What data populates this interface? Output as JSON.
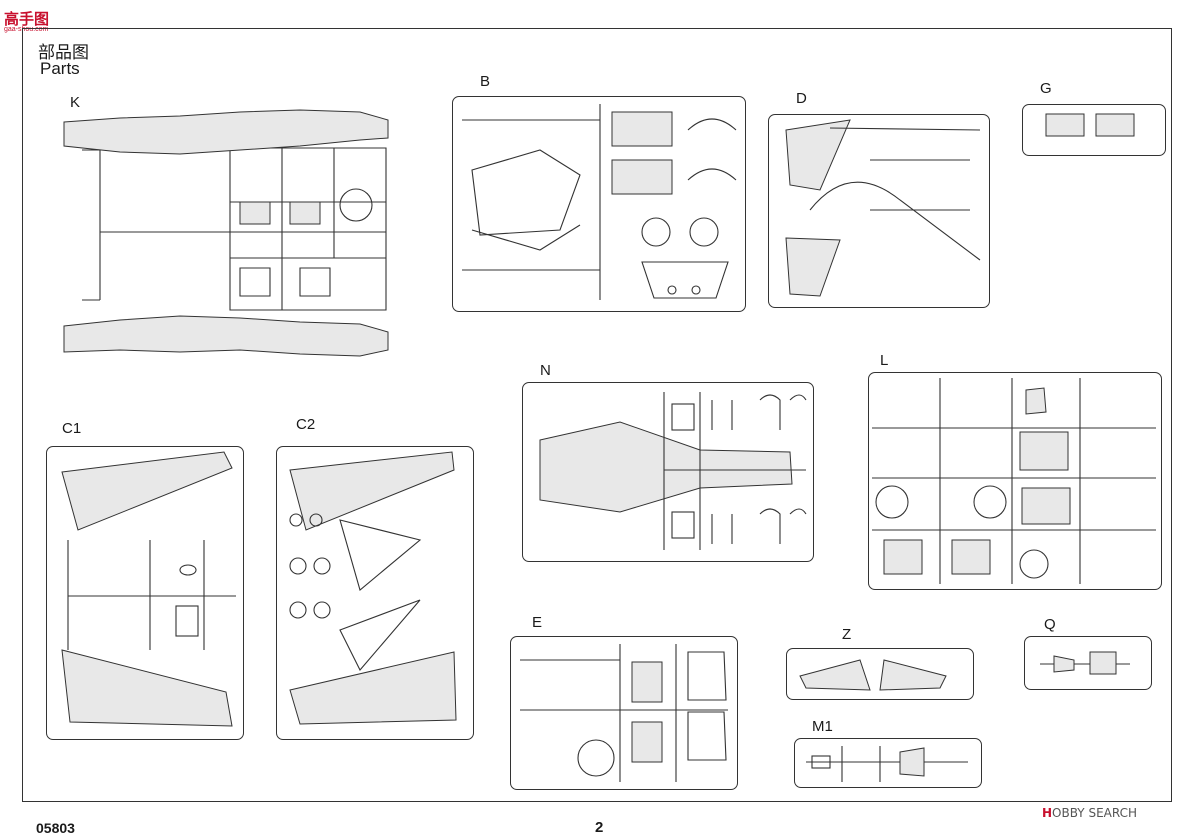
{
  "logo": {
    "text": "高手图",
    "sub": "gaa-shou.com"
  },
  "header": {
    "title_zh": "部品图",
    "title_en": "Parts"
  },
  "sprues": [
    {
      "id": "K",
      "label": "K"
    },
    {
      "id": "B",
      "label": "B"
    },
    {
      "id": "D",
      "label": "D"
    },
    {
      "id": "G",
      "label": "G"
    },
    {
      "id": "N",
      "label": "N"
    },
    {
      "id": "L",
      "label": "L"
    },
    {
      "id": "C1",
      "label": "C1"
    },
    {
      "id": "C2",
      "label": "C2"
    },
    {
      "id": "E",
      "label": "E"
    },
    {
      "id": "Z",
      "label": "Z"
    },
    {
      "id": "Q",
      "label": "Q"
    },
    {
      "id": "M1",
      "label": "M1"
    }
  ],
  "footer": {
    "code": "05803",
    "page": "2"
  },
  "watermark": {
    "brand": "H",
    "text": "OBBY SEARCH"
  }
}
